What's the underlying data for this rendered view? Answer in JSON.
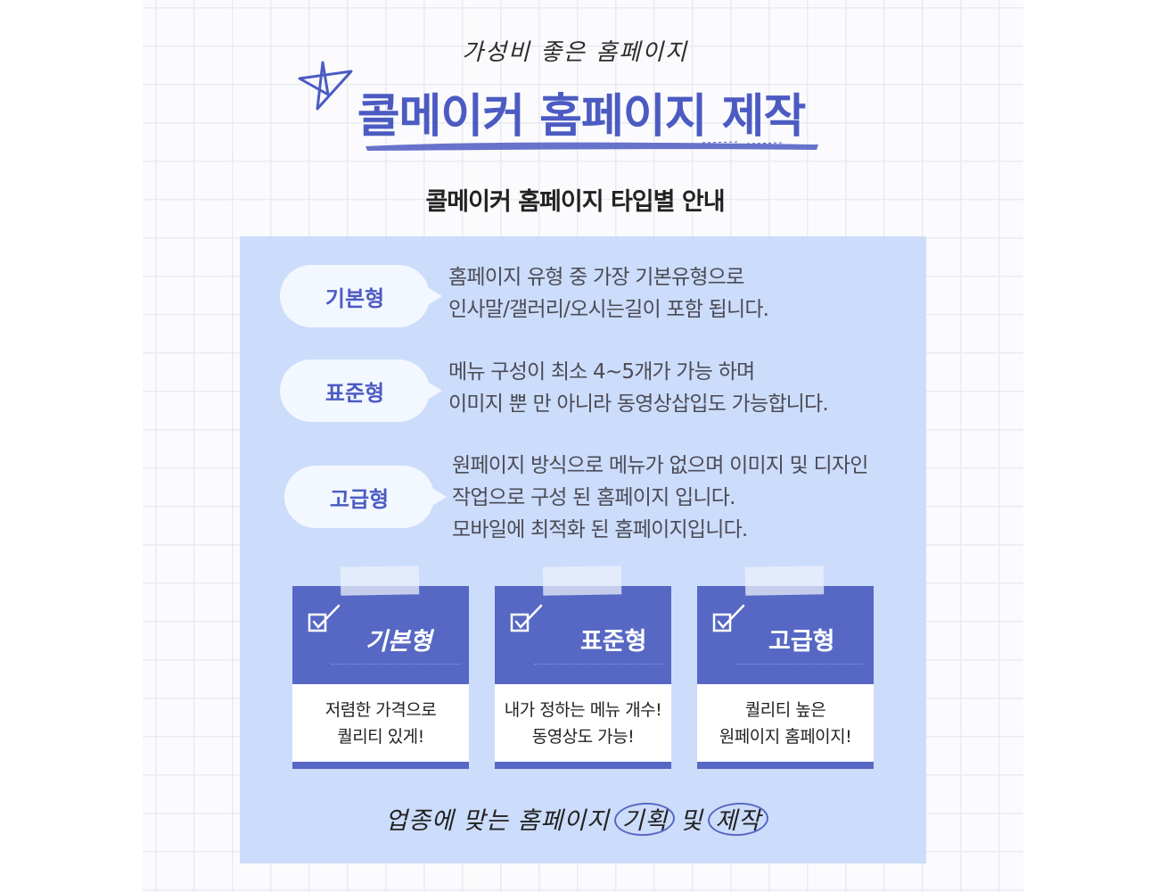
{
  "header": {
    "tagline": "가성비 좋은 홈페이지",
    "title": "콜메이커 홈페이지 제작",
    "subtitle": "콜메이커 홈페이지 타입별 안내"
  },
  "types": [
    {
      "label": "기본형",
      "lines": [
        "홈페이지 유형 중 가장 기본유형으로",
        "인사말/갤러리/오시는길이 포함 됩니다."
      ]
    },
    {
      "label": "표준형",
      "lines": [
        "메뉴 구성이 최소 4~5개가 가능 하며",
        "이미지 뿐 만 아니라 동영상삽입도 가능합니다."
      ]
    },
    {
      "label": "고급형",
      "lines": [
        "원페이지 방식으로 메뉴가 없으며 이미지 및 디자인",
        "작업으로 구성 된 홈페이지 입니다.",
        "모바일에 최적화 된 홈페이지입니다."
      ]
    }
  ],
  "cards": [
    {
      "title": "기본형",
      "lines": [
        "저렴한 가격으로",
        "퀄리티 있게!"
      ]
    },
    {
      "title": "표준형",
      "lines": [
        "내가 정하는 메뉴 개수!",
        "동영상도 가능!"
      ]
    },
    {
      "title": "고급형",
      "lines": [
        "퀄리티 높은",
        "원페이지 홈페이지!"
      ]
    }
  ],
  "footer": {
    "prefix": "업종에 맞는 홈페이지",
    "word1": "기획",
    "middle": "및",
    "word2": "제작"
  },
  "colors": {
    "accent": "#4c5bc2",
    "panel": "#ccdcfb",
    "card": "#5668c4"
  }
}
